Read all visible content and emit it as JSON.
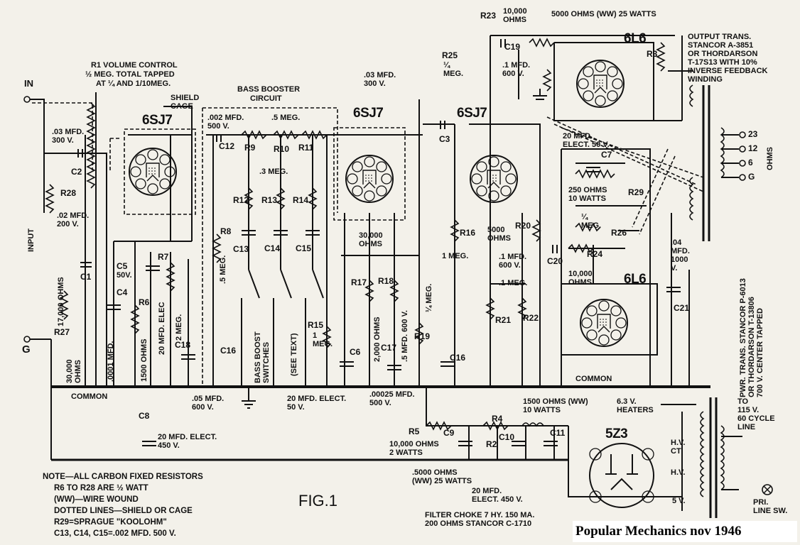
{
  "figure_label": "FIG.1",
  "credit": "Popular Mechanics nov 1946",
  "tubes": [
    "6SJ7",
    "6SJ7",
    "6SJ7",
    "6L6",
    "6L6",
    "5Z3"
  ],
  "refs": {
    "c2": "C2",
    "c1": "C1",
    "c4": "C4",
    "c5": "C5",
    "c8": "C8",
    "c12": "C12",
    "c13": "C13",
    "c14": "C14",
    "c15": "C15",
    "c16a": "C16",
    "c16b": "C16",
    "c17": "C17",
    "c18": "C18",
    "c19": "C19",
    "c20": "C20",
    "c21": "C21",
    "c3": "C3",
    "c6": "C6",
    "c7": "C7",
    "c9": "C9",
    "c10": "C10",
    "c11": "C11",
    "r1": "R1",
    "r3": "R3",
    "r4": "R4",
    "r5": "R5",
    "r6": "R6",
    "r7": "R7",
    "r8": "R8",
    "r9": "R9",
    "r10": "R10",
    "r11": "R11",
    "r12": "R12",
    "r13": "R13",
    "r14": "R14",
    "r15": "R15",
    "r16": "R16",
    "r17": "R17",
    "r18": "R18",
    "r19": "R19",
    "r20": "R20",
    "r21": "R21",
    "r22": "R22",
    "r23": "R23",
    "r24": "R24",
    "r25": "R25",
    "r26": "R26",
    "r27": "R27",
    "r28": "R28",
    "r29": "R29",
    "r2": "R2"
  },
  "labels": {
    "in": "IN",
    "g_left": "G",
    "input": "INPUT",
    "vol1": "R1 VOLUME CONTROL",
    "vol2": "½ MEG. TOTAL TAPPED",
    "vol3": "AT ¼ AND 1/10MEG.",
    "shield": "SHIELD\nCAGE",
    "bass1": "BASS BOOSTER",
    "bass2": "CIRCUIT",
    "c2v": ".03 MFD.\n300 V.",
    "c12v": ".002 MFD.\n500 V.",
    "r10v": ".5 MEG.",
    "r12v": ".3 MEG.",
    "r28v": ".02 MFD.\n200 V.",
    "ohms17k": "17,000 OHMS",
    "ohms30k": "30,000\nOHMS",
    "c4v": ".0001 MFD.",
    "r6v": "1500 OHMS",
    "c5v": "20 MFD. ELEC",
    "c5s": "50V.",
    "r7v": "2 MEG.",
    "r8v": ".5 MEG.",
    "bbsw": "BASS BOOST\nSWITCHES",
    "seetext": "(SEE TEXT)",
    "r15v": "1\nMEG.",
    "c6v": "20 MFD. ELECT.\n50 V.",
    "c18v": ".05 MFD.\n600 V.",
    "common1": "COMMON",
    "c8v": "20 MFD. ELECT.\n450 V.",
    "r23v": "10,000\nOHMS",
    "r3w": "5000 OHMS (WW) 25 WATTS",
    "c19v": ".1 MFD.\n600 V.",
    "r25v": "¼\nMEG.",
    "c3v": ".03 MFD.\n300 V.",
    "ot": "OUTPUT TRANS.\nSTANCOR A-3851\nOR THORDARSON\nT-17S13 WITH 10%\nINVERSE FEEDBACK\nWINDING",
    "t23": "23",
    "t12": "12",
    "t6": "6",
    "tg": "G",
    "ohms": "OHMS",
    "c7v": "20 MFD.\nELECT. 50 V.",
    "r29v": "250 OHMS\n10 WATTS",
    "r26v": "¼\nMEG.",
    "r20v": "5000\nOHMS",
    "c20v": ".1 MFD.\n600 V.",
    "r21v": ".1 MEG.",
    "r16v": "1 MEG.",
    "r24v": "10,000\nOHMS",
    "c21v": ".04\nMFD.\n1000\nV.",
    "r18v": "30,000\nOHMS",
    "r17v": "2,000 OHMS",
    "c17v": ".5 MFD. 600 V.",
    "r19v": "¼ MEG.",
    "c16v": ".00025 MFD.\n500 V.",
    "common2": "COMMON",
    "r4v": "1500 OHMS (WW)\n10 WATTS",
    "heaters": "6.3 V.\nHEATERS",
    "r5v": "10,000 OHMS\n2 WATTS",
    "r2v": ".5000 OHMS\n(WW) 25 WATTS",
    "c9v": "20 MFD.\nELECT. 450 V.",
    "choke": "FILTER CHOKE 7 HY. 150 MA.\n200 OHMS STANCOR C-1710",
    "pwr": "PWR. TRANS. STANCOR P-6013\nOR THORDARSON T-13806\n700 V. CENTER TAPPED",
    "to115": "TO\n115 V.\n60 CYCLE\nLINE",
    "hvct": "H.V.\nCT",
    "hv": "H.V.",
    "v5": "5 V.",
    "prisw": "PRI.\nLINE SW.",
    "note": "NOTE—ALL CARBON FIXED RESISTORS\n     R6 TO R28 ARE ½ WATT\n     (WW)—WIRE WOUND\n     DOTTED LINES—SHIELD OR CAGE\n     R29=SPRAGUE \"KOOLOHM\"\n     C13, C14, C15=.002 MFD. 500 V."
  },
  "colors": {
    "ink": "#111111",
    "paper": "#f3f1ea"
  }
}
